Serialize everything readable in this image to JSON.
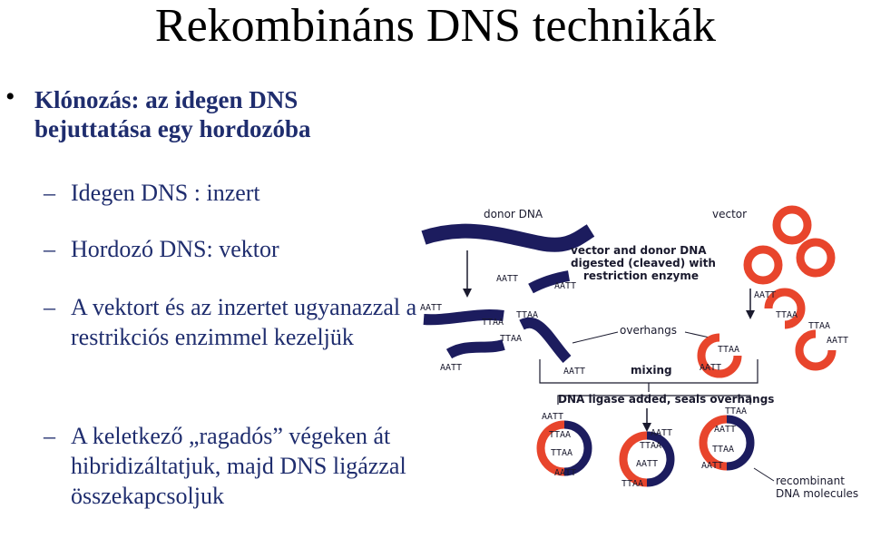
{
  "slide": {
    "title": "Rekombináns DNS technikák",
    "main_bullet": "Klónozás: az idegen DNS bejuttatása egy hordozóba",
    "sub_bullets": [
      "Idegen DNS : inzert",
      "Hordozó DNS: vektor",
      "A vektort és az inzertet ugyanazzal a restrikciós enzimmel kezeljük",
      "A keletkező „ragadós” végeken át hibridizáltatjuk, majd DNS ligázzal összekapcsoljuk"
    ],
    "dash": "–",
    "bullet_symbol": "•"
  },
  "diagram": {
    "labels": {
      "donor_dna": "donor DNA",
      "vector": "vector",
      "digest": [
        "vector and donor DNA",
        "digested (cleaved) with",
        "restriction enzyme"
      ],
      "overhangs": "overhangs",
      "mixing": "mixing",
      "ligase": "DNA ligase added, seals overhangs",
      "recombinant": [
        "recombinant",
        "DNA molecules"
      ]
    },
    "sticky_ends": {
      "aatt": "AATT",
      "ttaa": "TTAA"
    },
    "colors": {
      "donor": "#1c1c5e",
      "vector": "#e8452c",
      "text": "#1a1a2e",
      "title_blue": "#1f2d6e"
    }
  }
}
